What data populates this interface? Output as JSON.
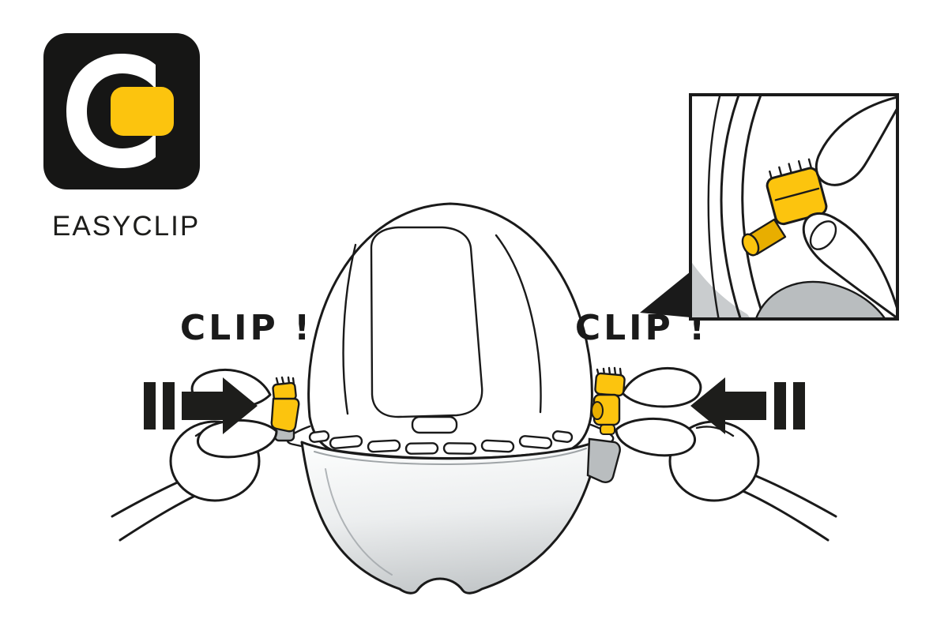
{
  "page": {
    "background": "#ffffff"
  },
  "logo": {
    "label": "EASYCLIP",
    "badge_bg": "#161615",
    "glyph_white": "#ffffff",
    "glyph_yellow": "#fcc40e"
  },
  "labels": {
    "clip_left": "CLIP !",
    "clip_right": "CLIP !"
  },
  "colors": {
    "line": "#1a1a1a",
    "arrow": "#1d1d1b",
    "clip_yellow": "#fcc40e",
    "clip_yellow_dark": "#e8ae00",
    "visor_light": "#fbfcfc",
    "visor_dark": "#bfc3c5",
    "gray_part": "#b9bdbf",
    "shell_gray": "#c9ccce"
  }
}
